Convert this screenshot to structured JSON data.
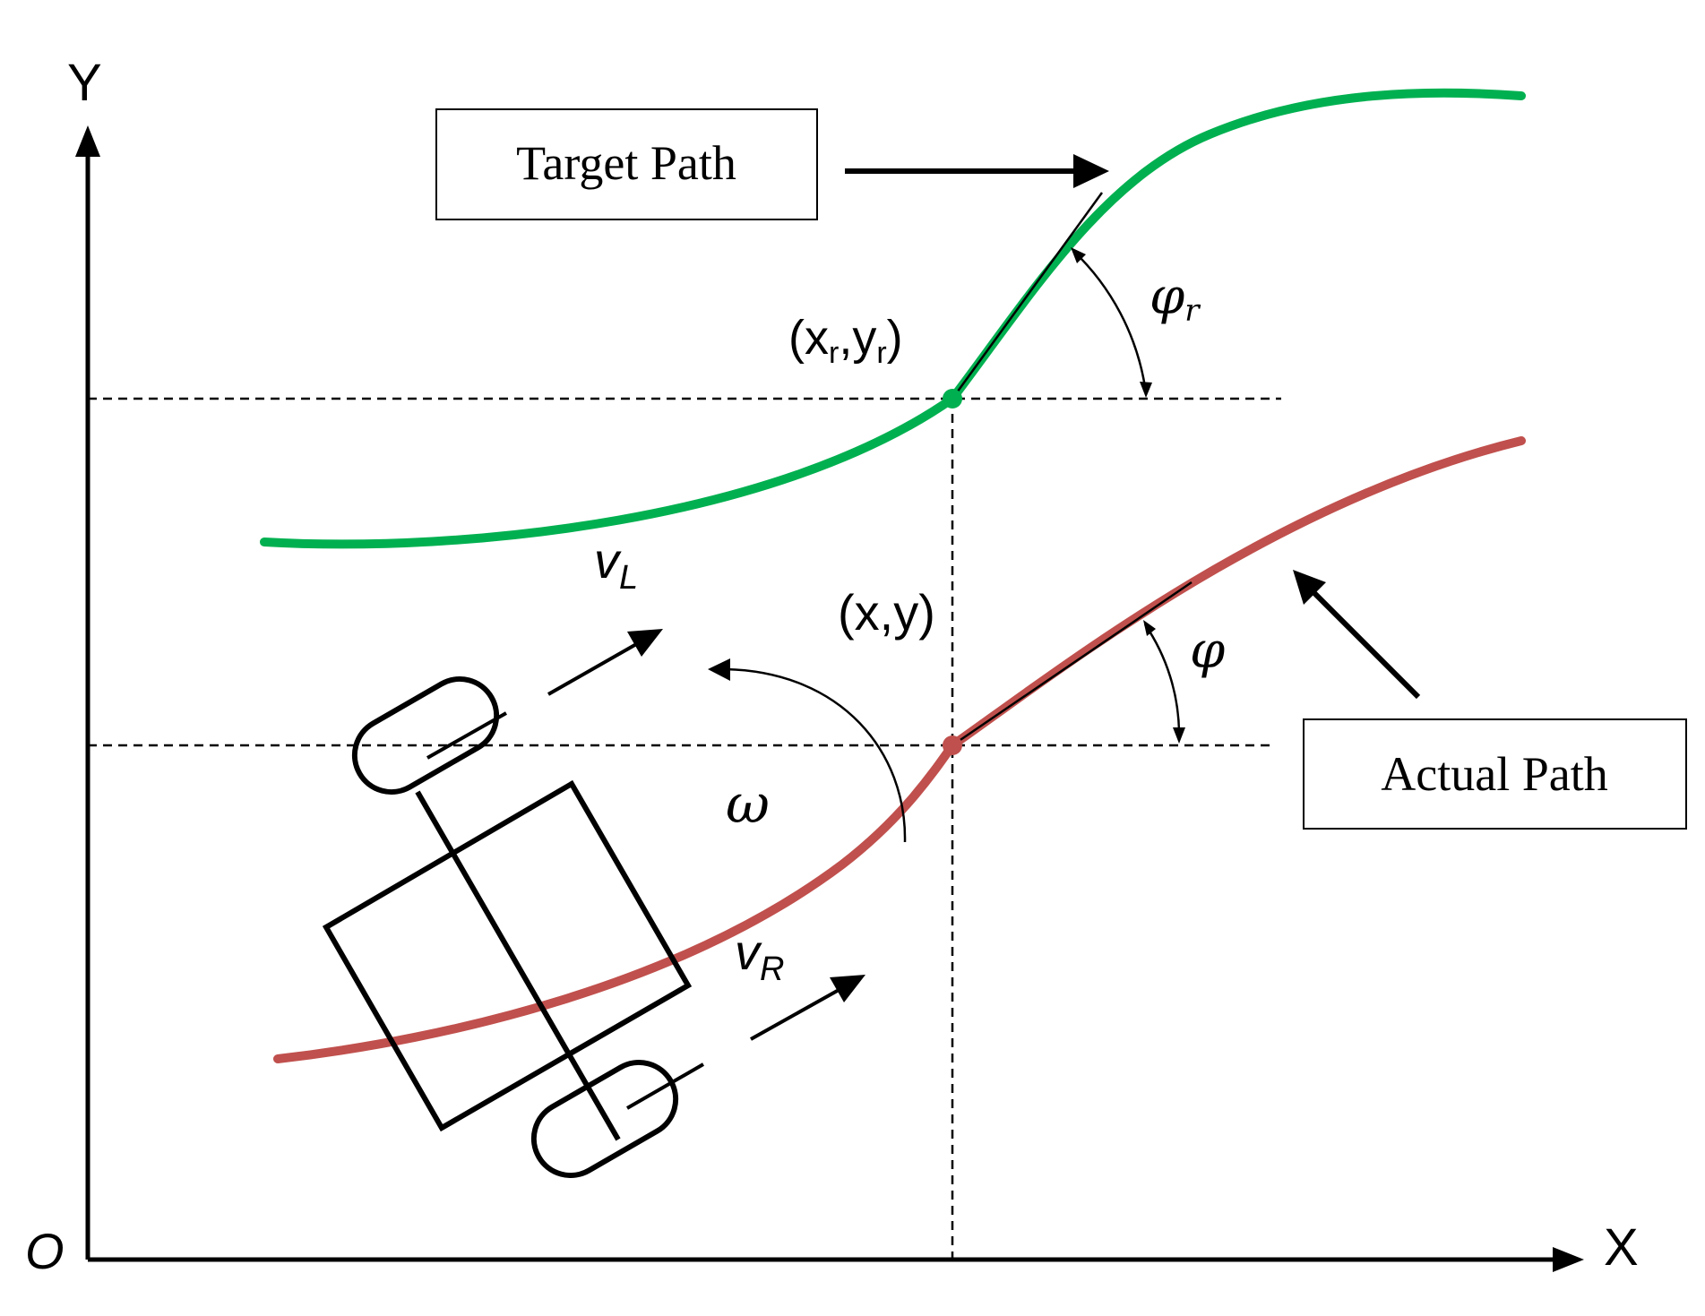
{
  "axes": {
    "y_label": "Y",
    "x_label": "X",
    "origin_label": "O"
  },
  "boxes": {
    "target_path": "Target Path",
    "actual_path": "Actual Path"
  },
  "points": {
    "reference": {
      "open": "(x",
      "x_sub": "r",
      "mid": ",y",
      "y_sub": "r",
      "close": ")"
    },
    "actual": "(x,y)"
  },
  "angles": {
    "phi_r": {
      "symbol": "φ",
      "sub": "r"
    },
    "phi": "φ"
  },
  "velocities": {
    "v_l": {
      "symbol": "v",
      "sub": "L"
    },
    "v_r": {
      "symbol": "v",
      "sub": "R"
    }
  },
  "omega": "ω",
  "colors": {
    "target_path": "#00b050",
    "actual_path": "#c0504d",
    "ink": "#000000"
  }
}
